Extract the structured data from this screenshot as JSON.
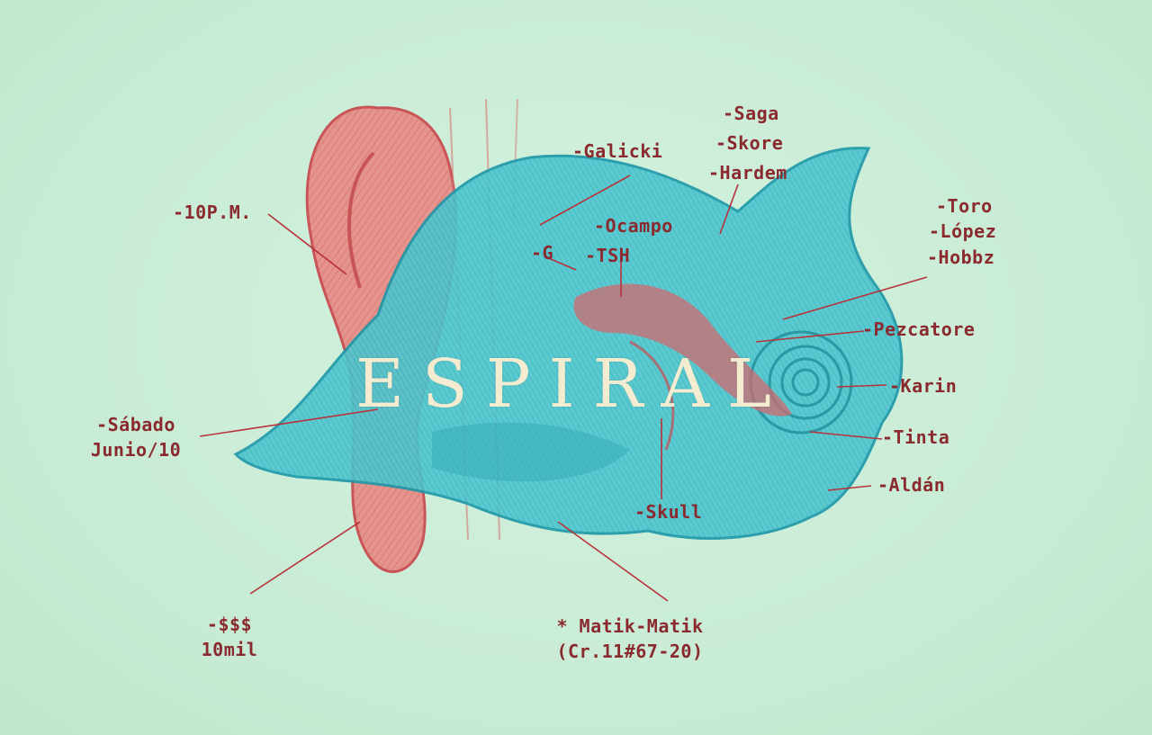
{
  "title": "ESPIRAL",
  "colors": {
    "background": "#cdeed8",
    "ink_red": "#8a2a2e",
    "ear_red": "#e0585c",
    "shell_cyan": "#2bb6c4",
    "title_cream": "#f4ecd0"
  },
  "labels": {
    "time": "-10P.M.",
    "date_line1": "-Sábado",
    "date_line2": "Junio/10",
    "price_line1": "-$$$",
    "price_line2": "10mil",
    "venue_line1": "* Matik-Matik",
    "venue_line2": "(Cr.11#67-20)",
    "skull": "-Skull",
    "galicki": "-Galicki",
    "g": "-G",
    "ocampo": "-Ocampo",
    "tsh": "-TSH",
    "saga": "-Saga",
    "skore": "-Skore",
    "hardem": "-Hardem",
    "toro": "-Toro",
    "lopez": "-López",
    "hobbz": "-Hobbz",
    "pezcatore": "-Pezcatore",
    "karin": "-Karin",
    "tinta": "-Tinta",
    "aldan": "-Aldán"
  }
}
